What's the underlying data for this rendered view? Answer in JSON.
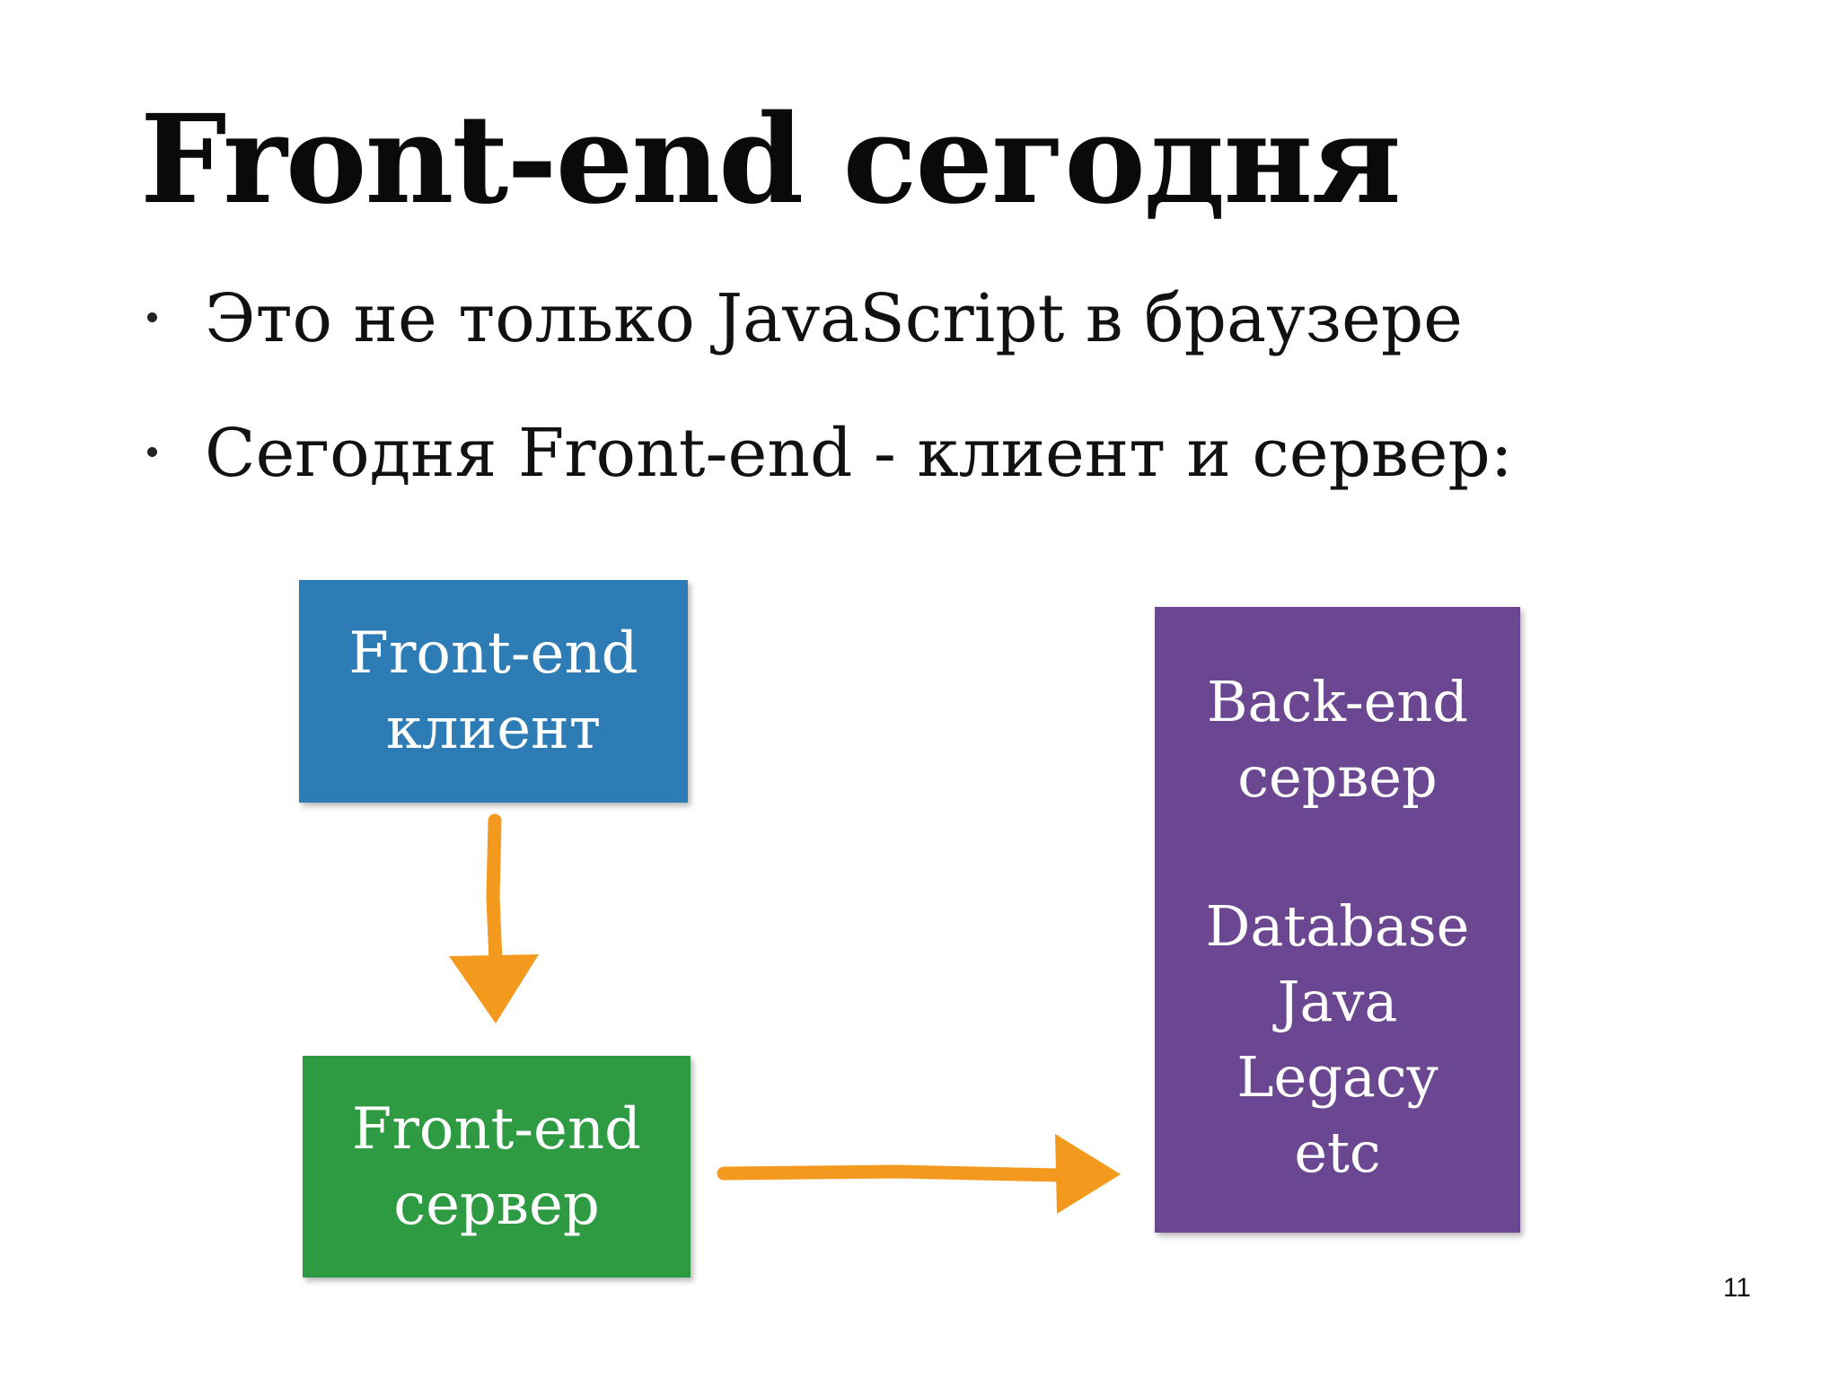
{
  "slide": {
    "title": "Front-end сегодня",
    "bullets": [
      "Это не только JavaScript в браузере",
      "Сегодня Front-end - клиент и сервер:"
    ],
    "page_number": "11"
  },
  "diagram": {
    "nodes": {
      "client": {
        "lines": [
          "Front-end",
          "клиент"
        ],
        "color": "#2e7cb5"
      },
      "frontend_server": {
        "lines": [
          "Front-end",
          "сервер"
        ],
        "color": "#2e9a41"
      },
      "backend": {
        "lines": [
          "Back-end",
          "сервер"
        ],
        "details": [
          "Database",
          "Java",
          "Legacy",
          "etc"
        ],
        "color": "#6b4791"
      }
    },
    "edges": [
      {
        "from": "client",
        "to": "frontend_server"
      },
      {
        "from": "frontend_server",
        "to": "backend"
      }
    ],
    "arrow_color": "#f39a1e"
  }
}
